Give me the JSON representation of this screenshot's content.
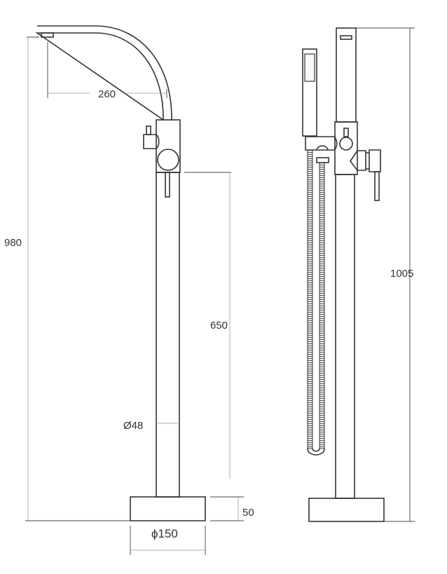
{
  "drawing": {
    "title": "Freestanding bath mixer with hand shower - dimension drawing",
    "line_color": "#333333",
    "dimension_color": "#999999"
  },
  "dimensions": {
    "overall_height_front": "980",
    "spout_reach": "260",
    "lever_to_floor": "650",
    "column_diameter": "Ø48",
    "base_height": "50",
    "base_diameter": "ϕ150",
    "overall_height_side": "1005"
  }
}
